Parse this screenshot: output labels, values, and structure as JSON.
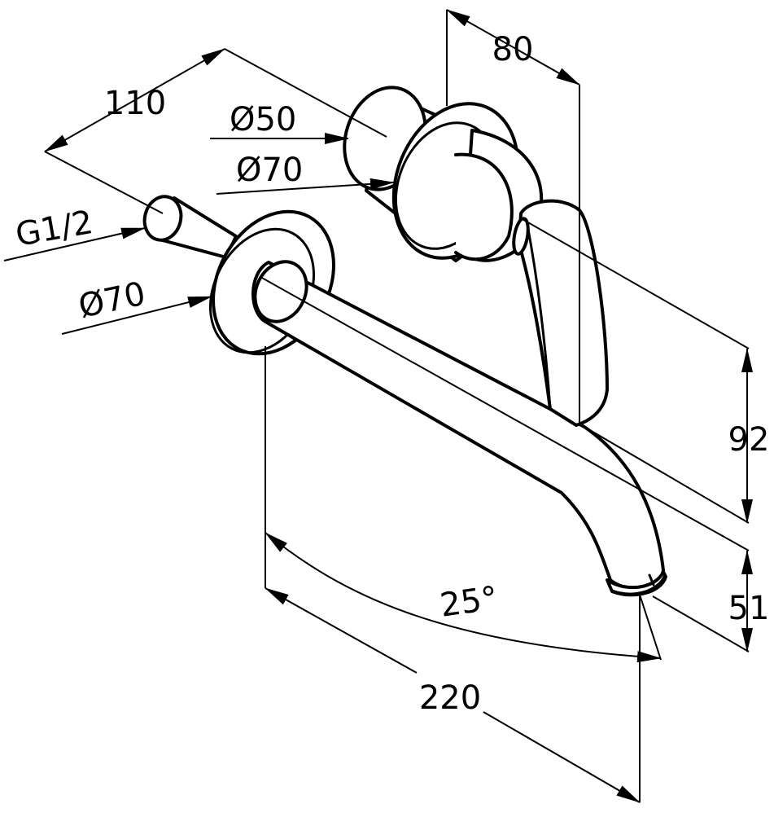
{
  "dimensions": {
    "width_80": "80",
    "depth_110": "110",
    "dia_handle": "Ø50",
    "dia_cartridge": "Ø70",
    "thread": "G1/2",
    "dia_spout_rosette": "Ø70",
    "height_92": "92",
    "height_51": "51",
    "angle": "25°",
    "length_220": "220"
  },
  "colors": {
    "line": "#000000",
    "background": "#ffffff"
  }
}
